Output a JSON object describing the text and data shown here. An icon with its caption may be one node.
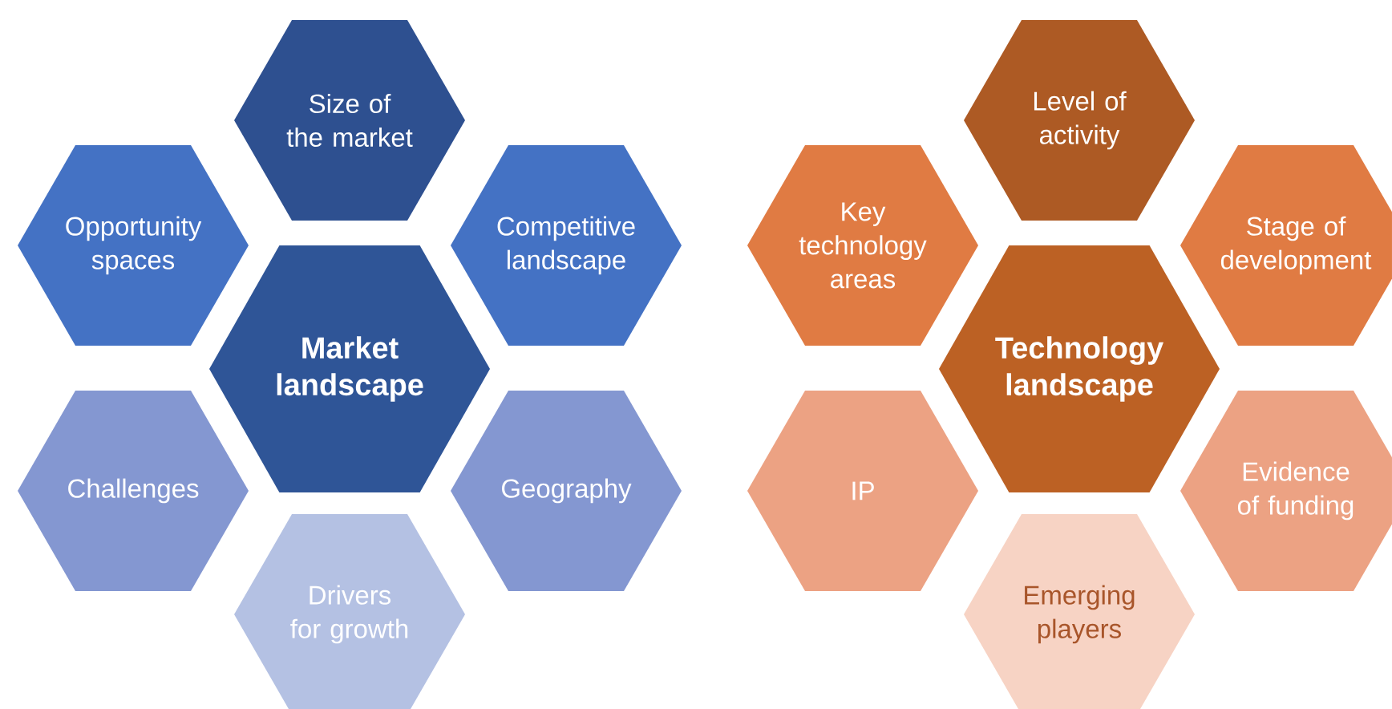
{
  "diagram": {
    "nodes": [
      {
        "text": [
          "Size of the market"
        ]
      },
      {
        "text": [
          "Opportunity spaces"
        ]
      },
      {
        "text": [
          "Competitive landscape"
        ]
      },
      {
        "text": [
          "Market landscape"
        ]
      },
      {
        "text": [
          "Challenges"
        ]
      },
      {
        "text": [
          "Geography"
        ]
      },
      {
        "text": [
          "Drivers for growth"
        ]
      },
      {
        "text": [
          "Level of activity"
        ]
      },
      {
        "text": [
          "Key technology areas"
        ]
      },
      {
        "text": [
          "Stage of development"
        ]
      },
      {
        "text": [
          "Technology landscape"
        ]
      },
      {
        "text": [
          "IP"
        ]
      },
      {
        "text": [
          "Evidence of funding"
        ]
      },
      {
        "text": [
          "Emerging players"
        ]
      }
    ]
  }
}
